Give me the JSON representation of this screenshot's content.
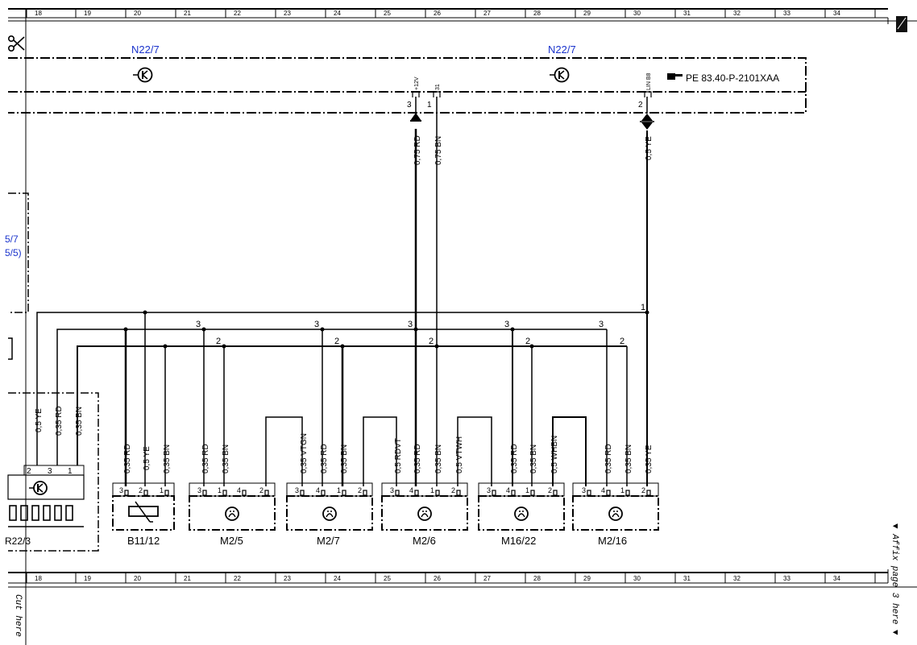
{
  "ruler_numbers": [
    "18",
    "19",
    "20",
    "21",
    "22",
    "23",
    "24",
    "25",
    "26",
    "27",
    "28",
    "29",
    "30",
    "31",
    "32",
    "33",
    "34"
  ],
  "top_module": {
    "left_label": "N22/7",
    "right_label": "N22/7",
    "reference": "PE 83.40-P-2101XAA",
    "connector_tags": [
      "+12V",
      "31",
      "LIN B8"
    ],
    "pins": [
      "3",
      "1",
      "2"
    ]
  },
  "side_fragment": {
    "line1": "5/7",
    "line2": "5/5)"
  },
  "bus_numbers": {
    "ye_tap": "1",
    "rd_taps": [
      "3",
      "3",
      "3",
      "3",
      "3"
    ],
    "bn_taps": [
      "2",
      "2",
      "2",
      "2",
      "2"
    ]
  },
  "wires": {
    "top_rd": "0,75 RD",
    "top_bn": "0,75 BN",
    "top_ye": "0,5 YE",
    "left_ye": "0,5 YE",
    "left_rd": "0,35 RD",
    "left_bn": "0,35 BN",
    "b11_rd": "0,35 RD",
    "b11_ye": "0,5 YE",
    "b11_bn": "0,35 BN",
    "m25_rd": "0,35 RD",
    "m25_bn": "0,35 BN",
    "m27_vtgn": "0,35 VTGN",
    "m27_rd": "0,35 RD",
    "m27_bn": "0,35 BN",
    "m26_rdvt": "0,5 RDVT",
    "m26_rd": "0,35 RD",
    "m26_bn": "0,35 BN",
    "m26_vtwh": "0,5 VTWH",
    "m1622_rd": "0,35 RD",
    "m1622_bn": "0,35 BN",
    "m1622_whbn": "0,5 WHBN",
    "m216_rd": "0,35 RD",
    "m216_bn": "0,35 BN",
    "m216_ye": "0,35 YE"
  },
  "components": {
    "r223": {
      "label": "R22/3",
      "pins": [
        "2",
        "3",
        "1"
      ]
    },
    "b1112": {
      "label": "B11/12",
      "pins": [
        "3",
        "2",
        "1"
      ]
    },
    "m25": {
      "label": "M2/5",
      "pins": [
        "3",
        "1",
        "4",
        "2"
      ]
    },
    "m27": {
      "label": "M2/7",
      "pins": [
        "3",
        "4",
        "1",
        "2"
      ]
    },
    "m26": {
      "label": "M2/6",
      "pins": [
        "3",
        "4",
        "1",
        "2"
      ]
    },
    "m1622": {
      "label": "M16/22",
      "pins": [
        "3",
        "4",
        "1",
        "2"
      ]
    },
    "m216": {
      "label": "M2/16",
      "pins": [
        "3",
        "4",
        "1",
        "2"
      ]
    }
  },
  "margin_notes": {
    "affix": "▼ Affix page 3 here ▼",
    "cut": "Cut here"
  }
}
